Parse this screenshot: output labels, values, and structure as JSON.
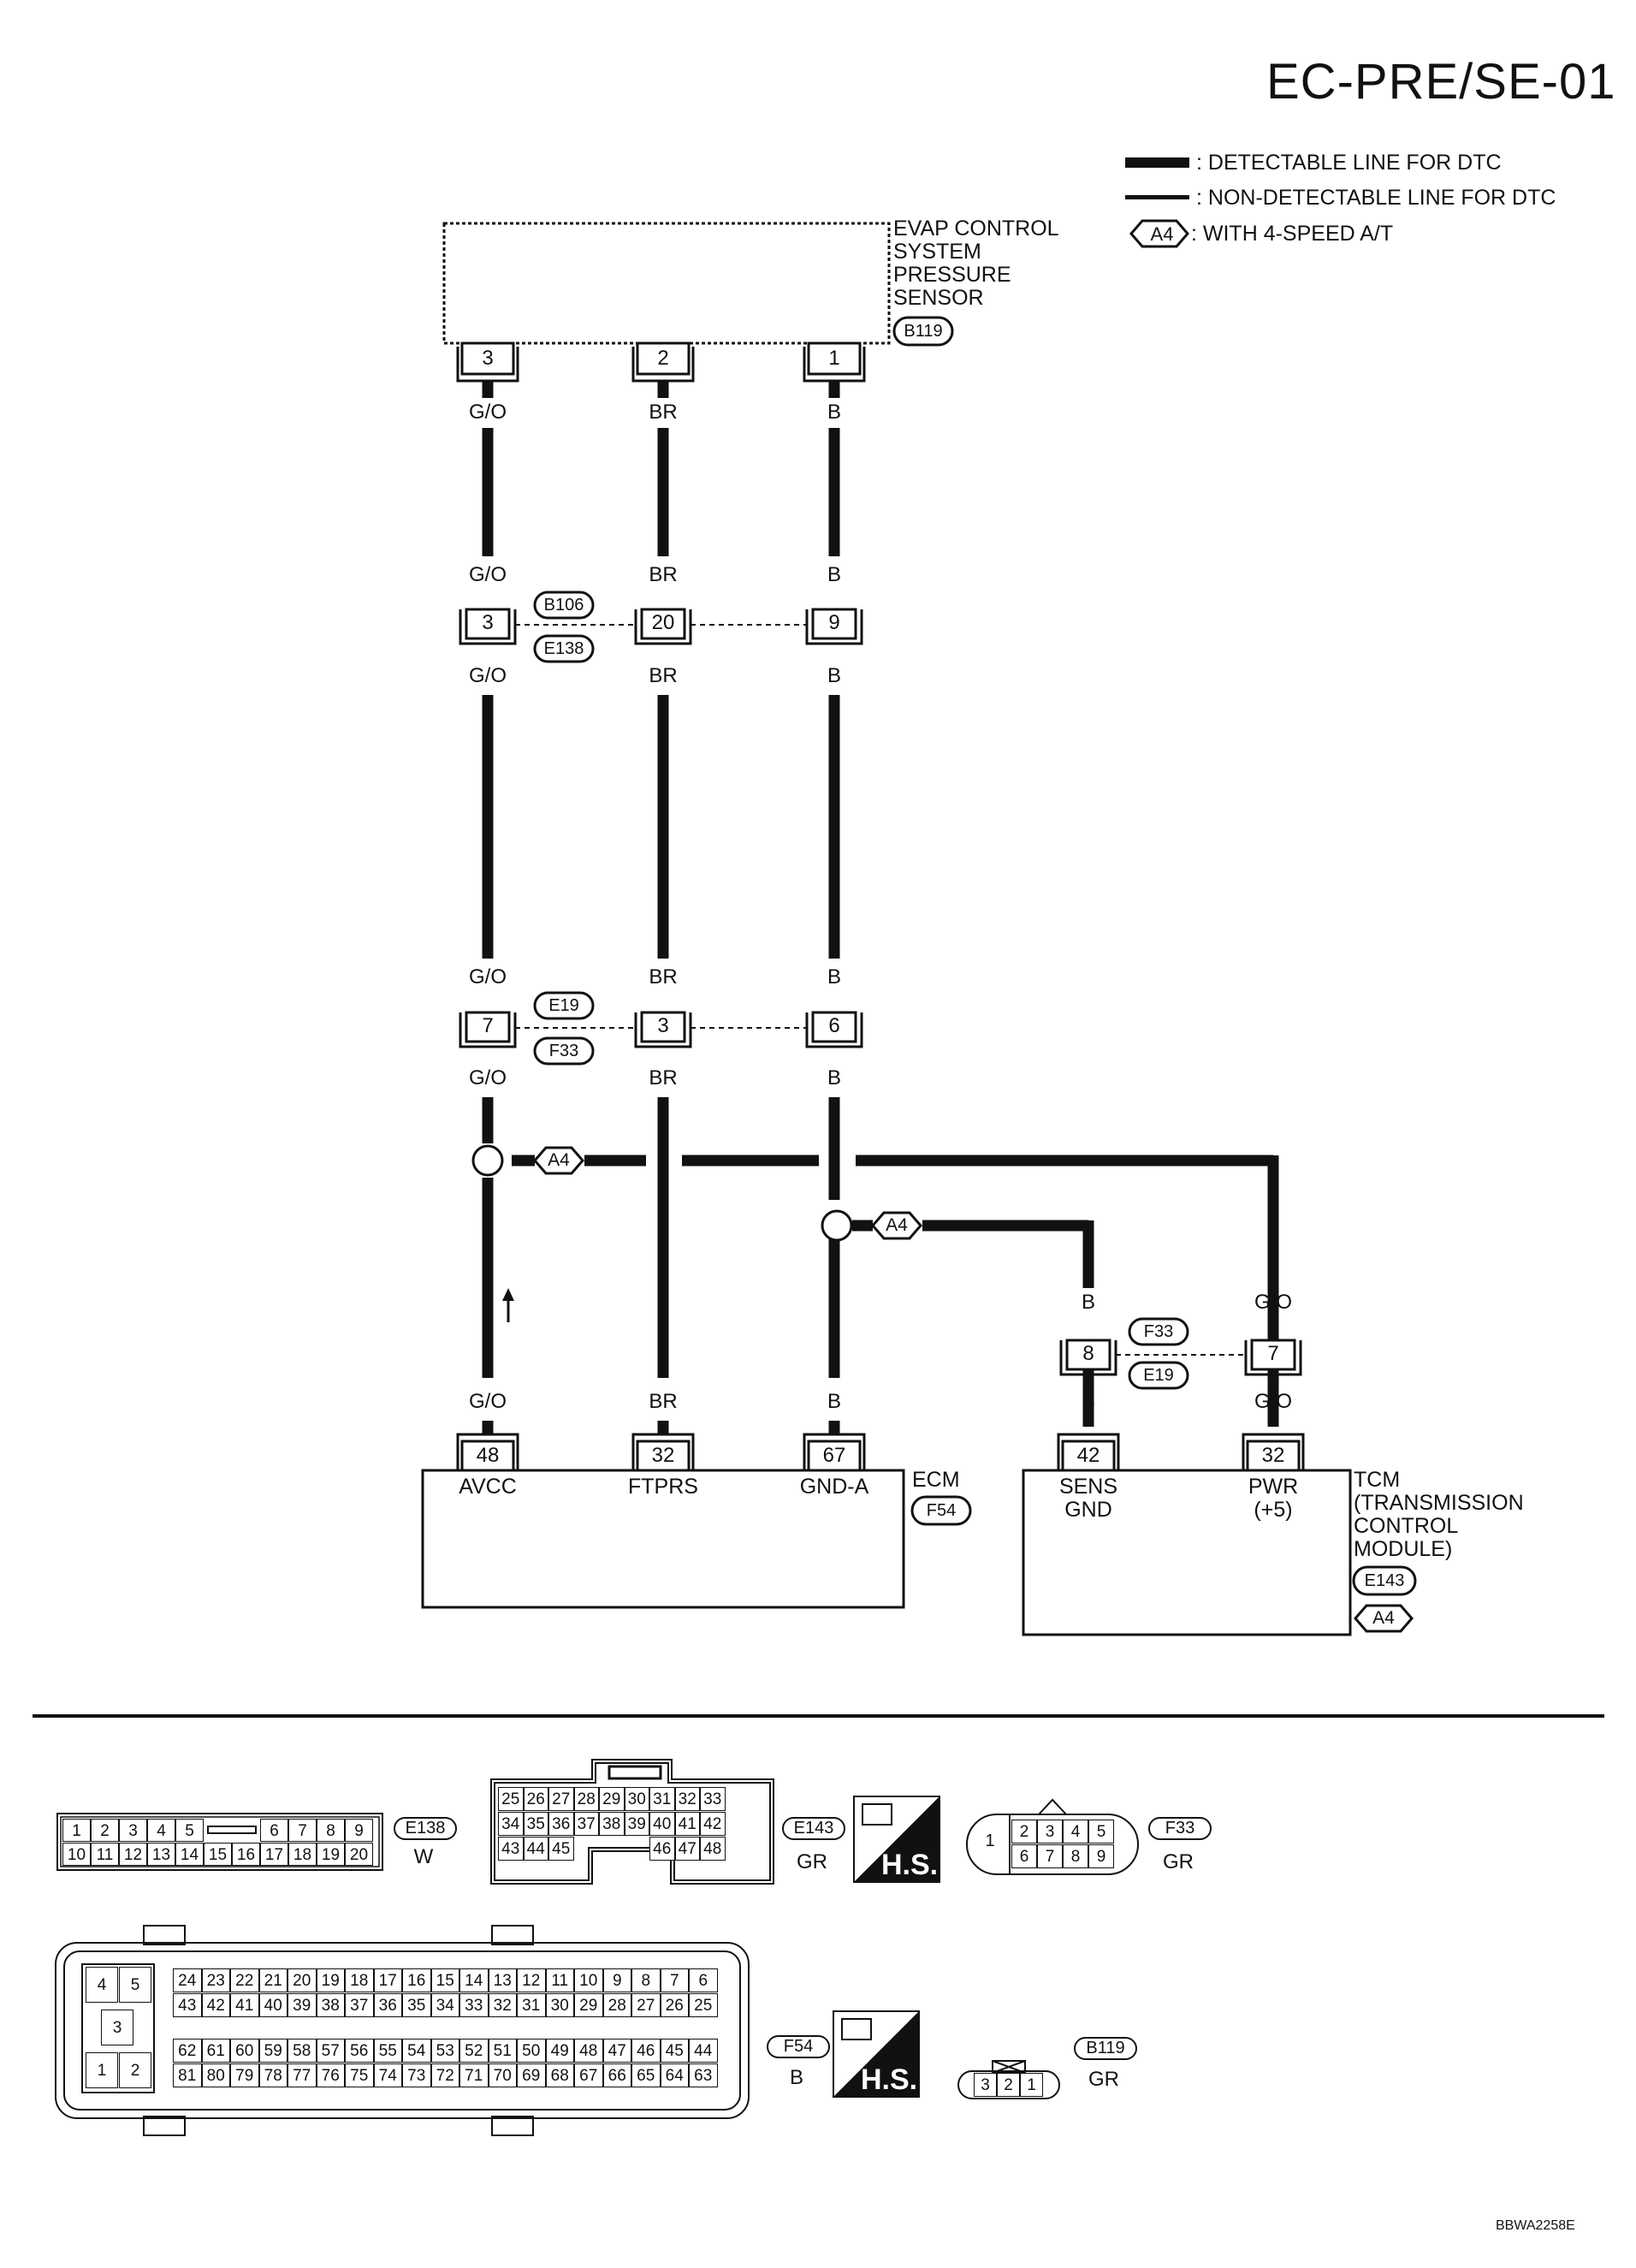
{
  "page_code": "EC-PRE/SE-01",
  "legend": {
    "detectable": ": DETECTABLE LINE FOR DTC",
    "non_detectable": ": NON-DETECTABLE LINE FOR DTC",
    "option_tag": "A4",
    "option_text": ": WITH 4-SPEED A/T"
  },
  "sensor": {
    "name_lines": [
      "EVAP CONTROL",
      "SYSTEM",
      "PRESSURE",
      "SENSOR"
    ],
    "connector": "B119",
    "pins": [
      "3",
      "2",
      "1"
    ]
  },
  "wire_colors": {
    "go": "G/O",
    "br": "BR",
    "b": "B"
  },
  "joint1": {
    "upper": "B106",
    "lower": "E138",
    "pins": [
      "3",
      "20",
      "9"
    ]
  },
  "joint2": {
    "upper": "E19",
    "lower": "F33",
    "pins": [
      "7",
      "3",
      "6"
    ]
  },
  "splice_tag": "A4",
  "tcm_joint": {
    "upper": "F33",
    "lower": "E19",
    "pins": [
      "8",
      "7"
    ]
  },
  "ecm": {
    "name": "ECM",
    "connector": "F54",
    "pins": [
      "48",
      "32",
      "67"
    ],
    "terminals": [
      "AVCC",
      "FTPRS",
      "GND-A"
    ]
  },
  "tcm": {
    "name_lines": [
      "TCM",
      "(TRANSMISSION",
      "CONTROL",
      "MODULE)"
    ],
    "connector": "E143",
    "option_tag": "A4",
    "pins": [
      "42",
      "32"
    ],
    "terminal1_lines": [
      "SENS",
      "GND"
    ],
    "terminal2_lines": [
      "PWR",
      "(+5)"
    ]
  },
  "connector_views": {
    "e138": {
      "id": "E138",
      "color": "W",
      "row1": [
        "1",
        "2",
        "3",
        "4",
        "5",
        "6",
        "7",
        "8",
        "9"
      ],
      "row2": [
        "10",
        "11",
        "12",
        "13",
        "14",
        "15",
        "16",
        "17",
        "18",
        "19",
        "20"
      ]
    },
    "e143": {
      "id": "E143",
      "color": "GR",
      "hs": "H.S.",
      "row1": [
        "25",
        "26",
        "27",
        "28",
        "29",
        "30",
        "31",
        "32",
        "33"
      ],
      "row2": [
        "34",
        "35",
        "36",
        "37",
        "38",
        "39",
        "40",
        "41",
        "42"
      ],
      "row3a": [
        "43",
        "44",
        "45"
      ],
      "row3b": [
        "46",
        "47",
        "48"
      ]
    },
    "f33": {
      "id": "F33",
      "color": "GR",
      "left": "1",
      "row1": [
        "2",
        "3",
        "4",
        "5"
      ],
      "row2": [
        "6",
        "7",
        "8",
        "9"
      ]
    },
    "f54": {
      "id": "F54",
      "color": "B",
      "hs": "H.S.",
      "block": [
        "4",
        "5",
        "3",
        "1",
        "2"
      ],
      "row1": [
        "24",
        "23",
        "22",
        "21",
        "20",
        "19",
        "18",
        "17",
        "16",
        "15",
        "14",
        "13",
        "12",
        "11",
        "10",
        "9",
        "8",
        "7",
        "6"
      ],
      "row2": [
        "43",
        "42",
        "41",
        "40",
        "39",
        "38",
        "37",
        "36",
        "35",
        "34",
        "33",
        "32",
        "31",
        "30",
        "29",
        "28",
        "27",
        "26",
        "25"
      ],
      "row3": [
        "62",
        "61",
        "60",
        "59",
        "58",
        "57",
        "56",
        "55",
        "54",
        "53",
        "52",
        "51",
        "50",
        "49",
        "48",
        "47",
        "46",
        "45",
        "44"
      ],
      "row4": [
        "81",
        "80",
        "79",
        "78",
        "77",
        "76",
        "75",
        "74",
        "73",
        "72",
        "71",
        "70",
        "69",
        "68",
        "67",
        "66",
        "65",
        "64",
        "63"
      ]
    },
    "b119": {
      "id": "B119",
      "color": "GR",
      "pins": [
        "3",
        "2",
        "1"
      ]
    }
  },
  "footer_code": "BBWA2258E"
}
